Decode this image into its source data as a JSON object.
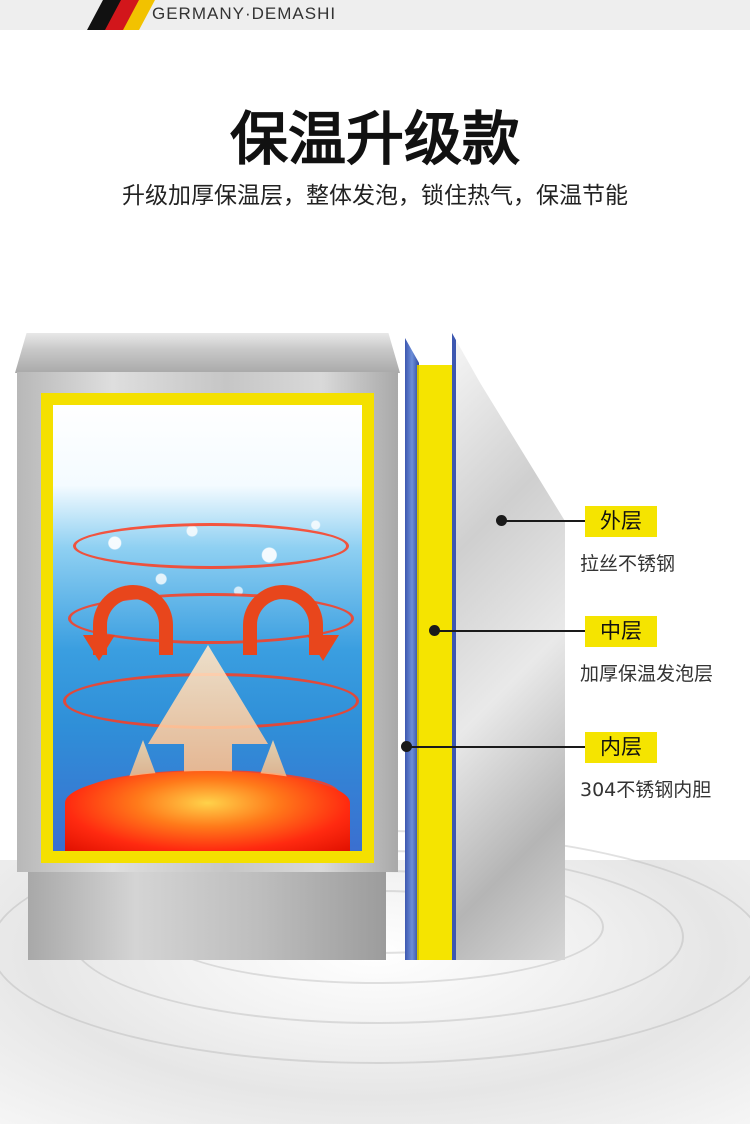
{
  "banner": {
    "brand": "GERMANY·DEMASHI"
  },
  "title": "保温升级款",
  "subtitle": "升级加厚保温层，整体发泡，锁住热气，保温节能",
  "layers": [
    {
      "label": "外层",
      "desc": "拉丝不锈钢"
    },
    {
      "label": "中层",
      "desc": "加厚保温发泡层"
    },
    {
      "label": "内层",
      "desc": "304不锈钢内胆"
    }
  ],
  "colors": {
    "accent_yellow": "#f5e400",
    "flag_black": "#111111",
    "flag_red": "#d2161b",
    "flag_gold": "#f2c200"
  }
}
